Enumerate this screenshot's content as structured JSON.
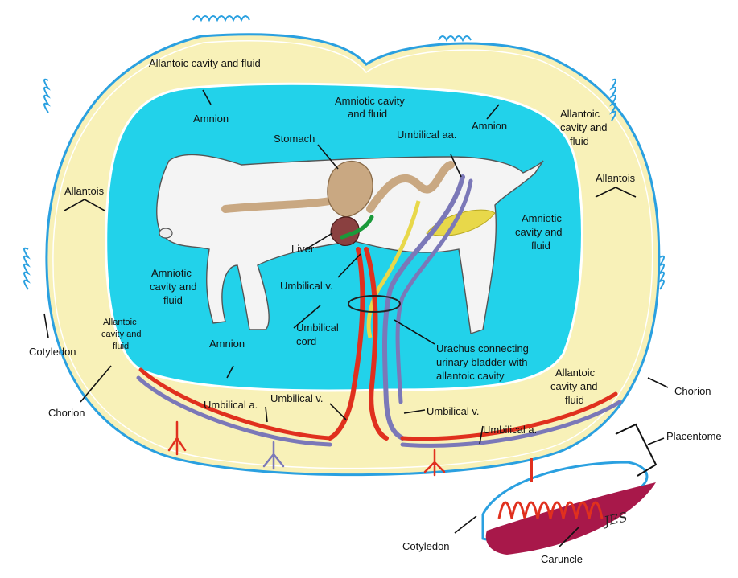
{
  "labels": {
    "allantoic_cavity_top_left": "Allantoic cavity and fluid",
    "amnion_top_left": "Amnion",
    "amniotic_cavity_top": [
      "Amniotic cavity",
      "and fluid"
    ],
    "amnion_top_right": "Amnion",
    "allantoic_cavity_right": [
      "Allantoic",
      "cavity and",
      "fluid"
    ],
    "stomach": "Stomach",
    "umbilical_aa": "Umbilical aa.",
    "allantois_left": "Allantois",
    "allantois_right": "Allantois",
    "amniotic_cavity_right": [
      "Amniotic",
      "cavity and",
      "fluid"
    ],
    "amniotic_cavity_left": [
      "Amniotic",
      "cavity and",
      "fluid"
    ],
    "liver": "Liver",
    "umbilical_v_center": "Umbilical v.",
    "umbilical_cord": [
      "Umbilical",
      "cord"
    ],
    "allantoic_cavity_left_small": [
      "Allantoic",
      "cavity and",
      "fluid"
    ],
    "amnion_bottom": "Amnion",
    "cotyledon_left": "Cotyledon",
    "urachus": [
      "Urachus connecting",
      "urinary bladder with",
      "allantoic cavity"
    ],
    "allantoic_cavity_bottom_right": [
      "Allantoic",
      "cavity and",
      "fluid"
    ],
    "chorion_right": "Chorion",
    "chorion_left": "Chorion",
    "umbilical_a_left": "Umbilical a.",
    "umbilical_v_bottom_left": "Umbilical v.",
    "umbilical_v_bottom_right": "Umbilical v.",
    "umbilical_a_right": "Umbilical a.",
    "placentome": "Placentome",
    "cotyledon_bottom": "Cotyledon",
    "caruncle": "Caruncle",
    "signature": "JES"
  },
  "colors": {
    "allantois": "#f8f1b8",
    "amniotic_fluid": "#22d2ea",
    "membrane": "#2aa0e0",
    "artery": "#e0301e",
    "vein": "#7b78b8",
    "caruncle": "#a8184a",
    "fetus": "#f4f4f4",
    "gut": "#c9a882"
  }
}
